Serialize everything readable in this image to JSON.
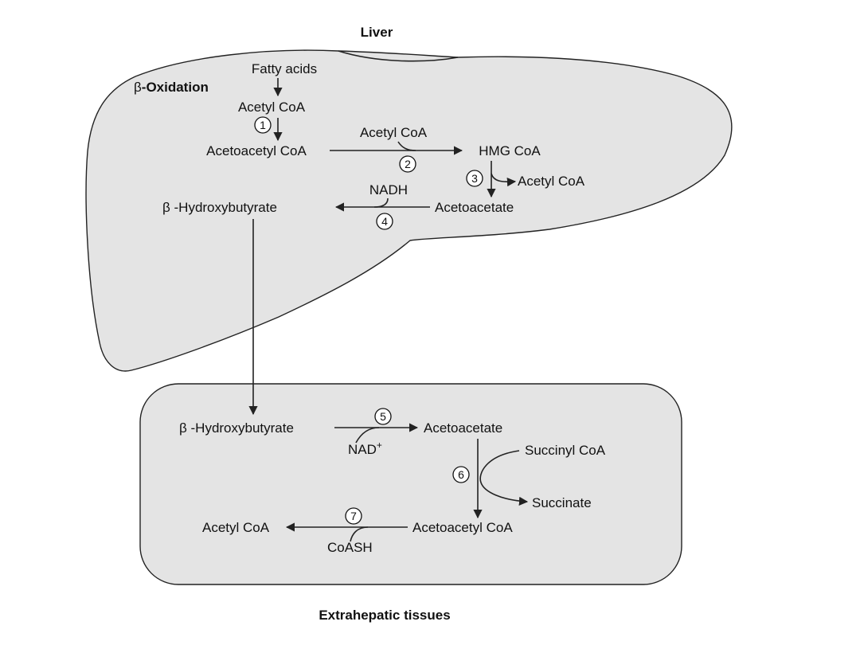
{
  "colors": {
    "region_fill": "#e4e4e4",
    "stroke": "#222222",
    "text": "#111111"
  },
  "regions": {
    "liver": "Liver",
    "extrahepatic": "Extrahepatic tissues"
  },
  "liver": {
    "fatty_acids": "Fatty acids",
    "beta_prefix": "β",
    "beta_oxidation": "-Oxidation",
    "acetyl_coa_1": "Acetyl CoA",
    "acetoacetyl_coa": "Acetoacetyl CoA",
    "acetyl_coa_2": "Acetyl CoA",
    "hmg_coa": "HMG CoA",
    "acetyl_coa_3": "Acetyl CoA",
    "nadh": "NADH",
    "beta_hydroxybutyrate": "β -Hydroxybutyrate",
    "acetoacetate": "Acetoacetate"
  },
  "extrahepatic": {
    "beta_hydroxybutyrate": "β -Hydroxybutyrate",
    "acetoacetate": "Acetoacetate",
    "nad": "NAD",
    "nad_sup": "+",
    "succinyl_coa": "Succinyl CoA",
    "succinate": "Succinate",
    "acetoacetyl_coa": "Acetoacetyl CoA",
    "acetyl_coa": "Acetyl CoA",
    "coash": "CoASH"
  },
  "steps": [
    "1",
    "2",
    "3",
    "4",
    "5",
    "6",
    "7"
  ]
}
